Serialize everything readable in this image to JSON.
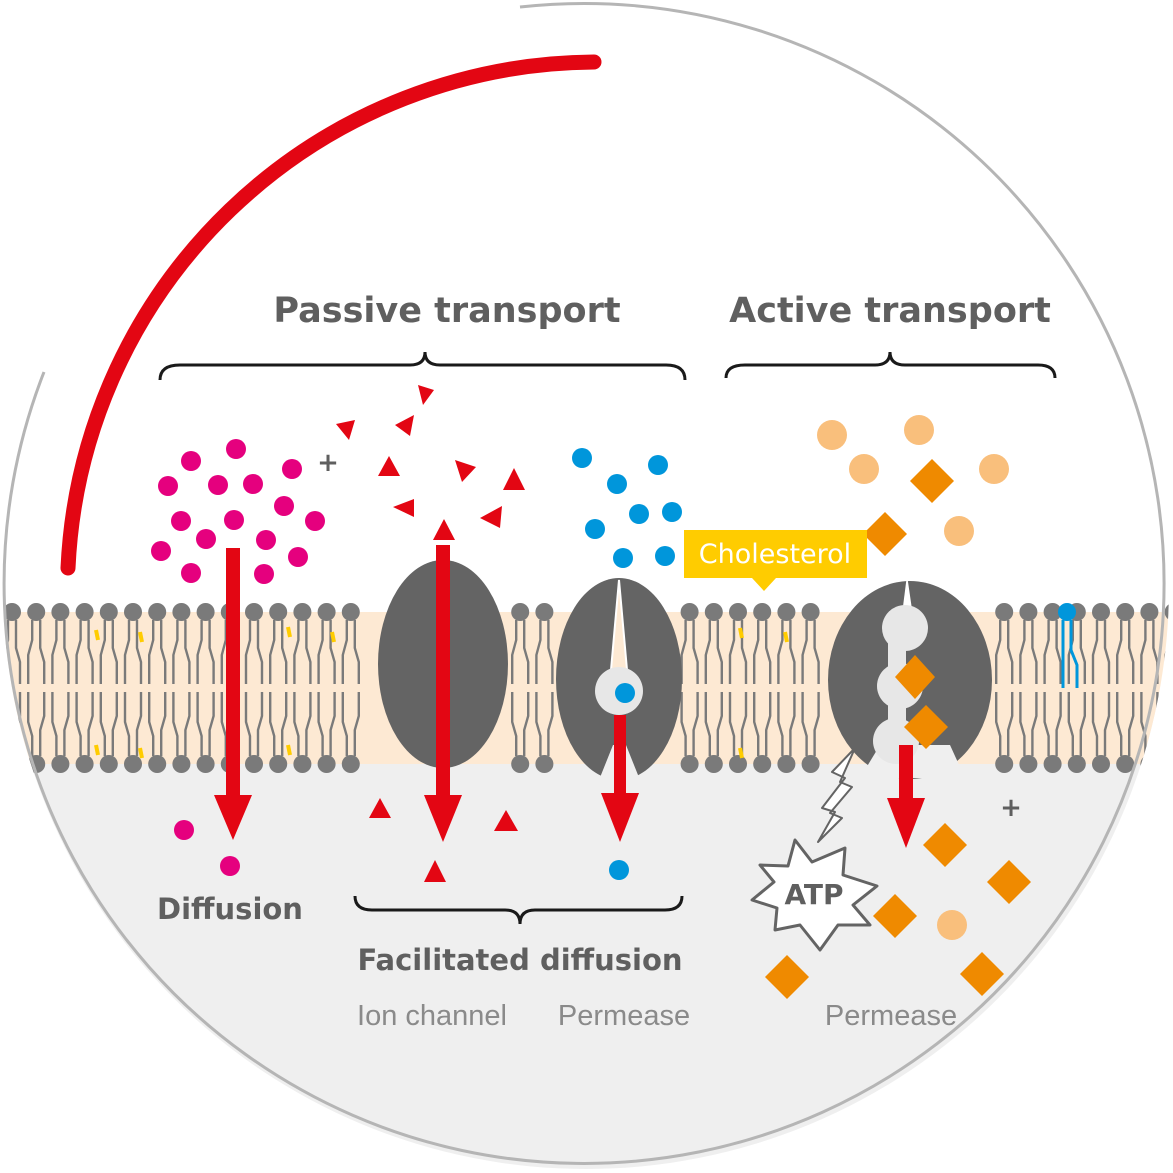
{
  "headings": {
    "passive": "Passive transport",
    "active": "Active transport"
  },
  "labels": {
    "diffusion": "Diffusion",
    "facilitated": "Facilitated diffusion",
    "ion_channel": "Ion channel",
    "permease_passive": "Permease",
    "permease_active": "Permease",
    "cholesterol": "Cholesterol",
    "atp": "ATP",
    "plus_top": "+",
    "plus_bottom": "+"
  },
  "colors": {
    "accent_red": "#e30613",
    "magenta": "#e5007e",
    "blue": "#0096db",
    "orange": "#ef8a00",
    "light_orange": "#f9bf7c",
    "cholesterol_yellow": "#ffcc00",
    "protein_gray": "#646464",
    "membrane_fill": "#fde9d3",
    "interior_gray": "#efefef"
  }
}
